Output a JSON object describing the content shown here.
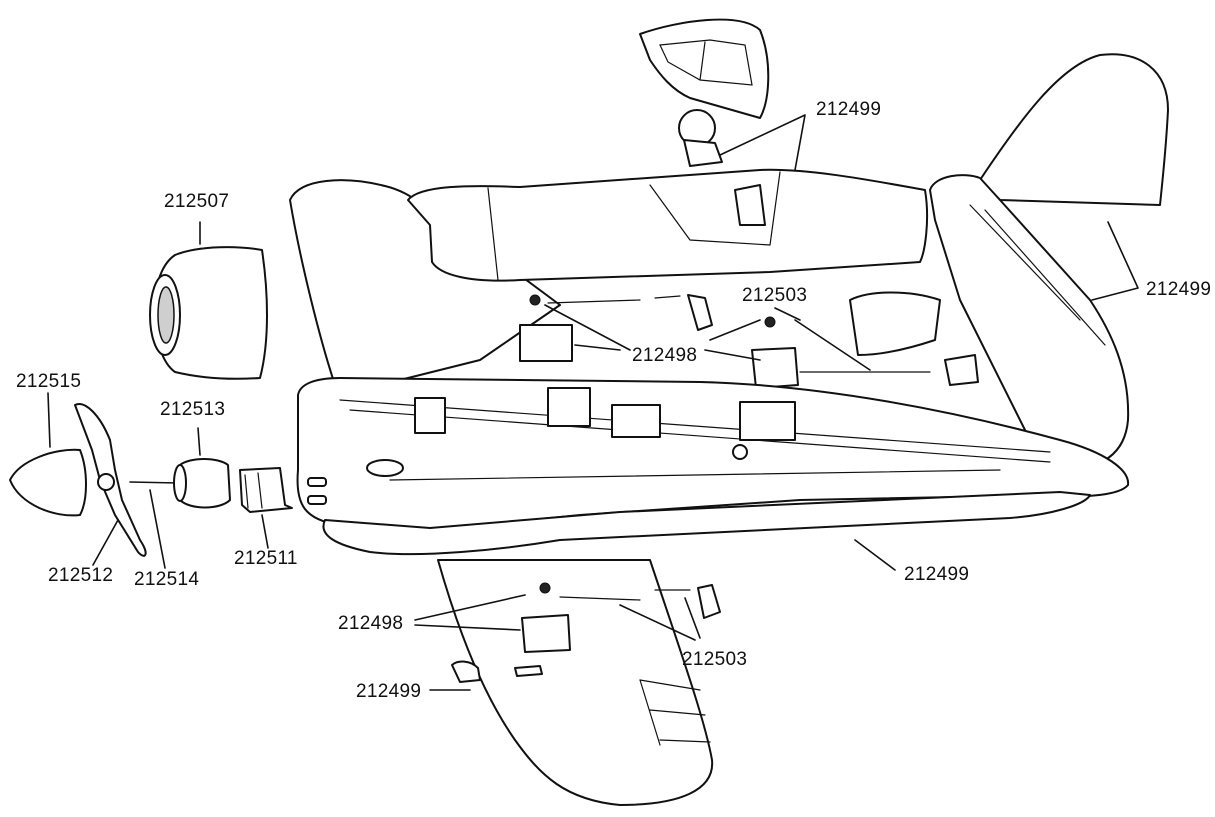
{
  "part_numbers": {
    "canopy_pilot": "212499",
    "spinner_cowl": "212507",
    "spinner": "212515",
    "motor": "212513",
    "propeller": "212512",
    "shaft": "212514",
    "motor_mount": "212511",
    "servo_upper": "212503",
    "tail_section": "212499",
    "servo_parts_upper": "212498",
    "fuselage": "212499",
    "servo_parts_lower": "212498",
    "linkage_lower": "212503",
    "wing_lower": "212499"
  },
  "colors": {
    "line": "#111111",
    "fill": "#ffffff",
    "shade": "#cfcfcf"
  }
}
